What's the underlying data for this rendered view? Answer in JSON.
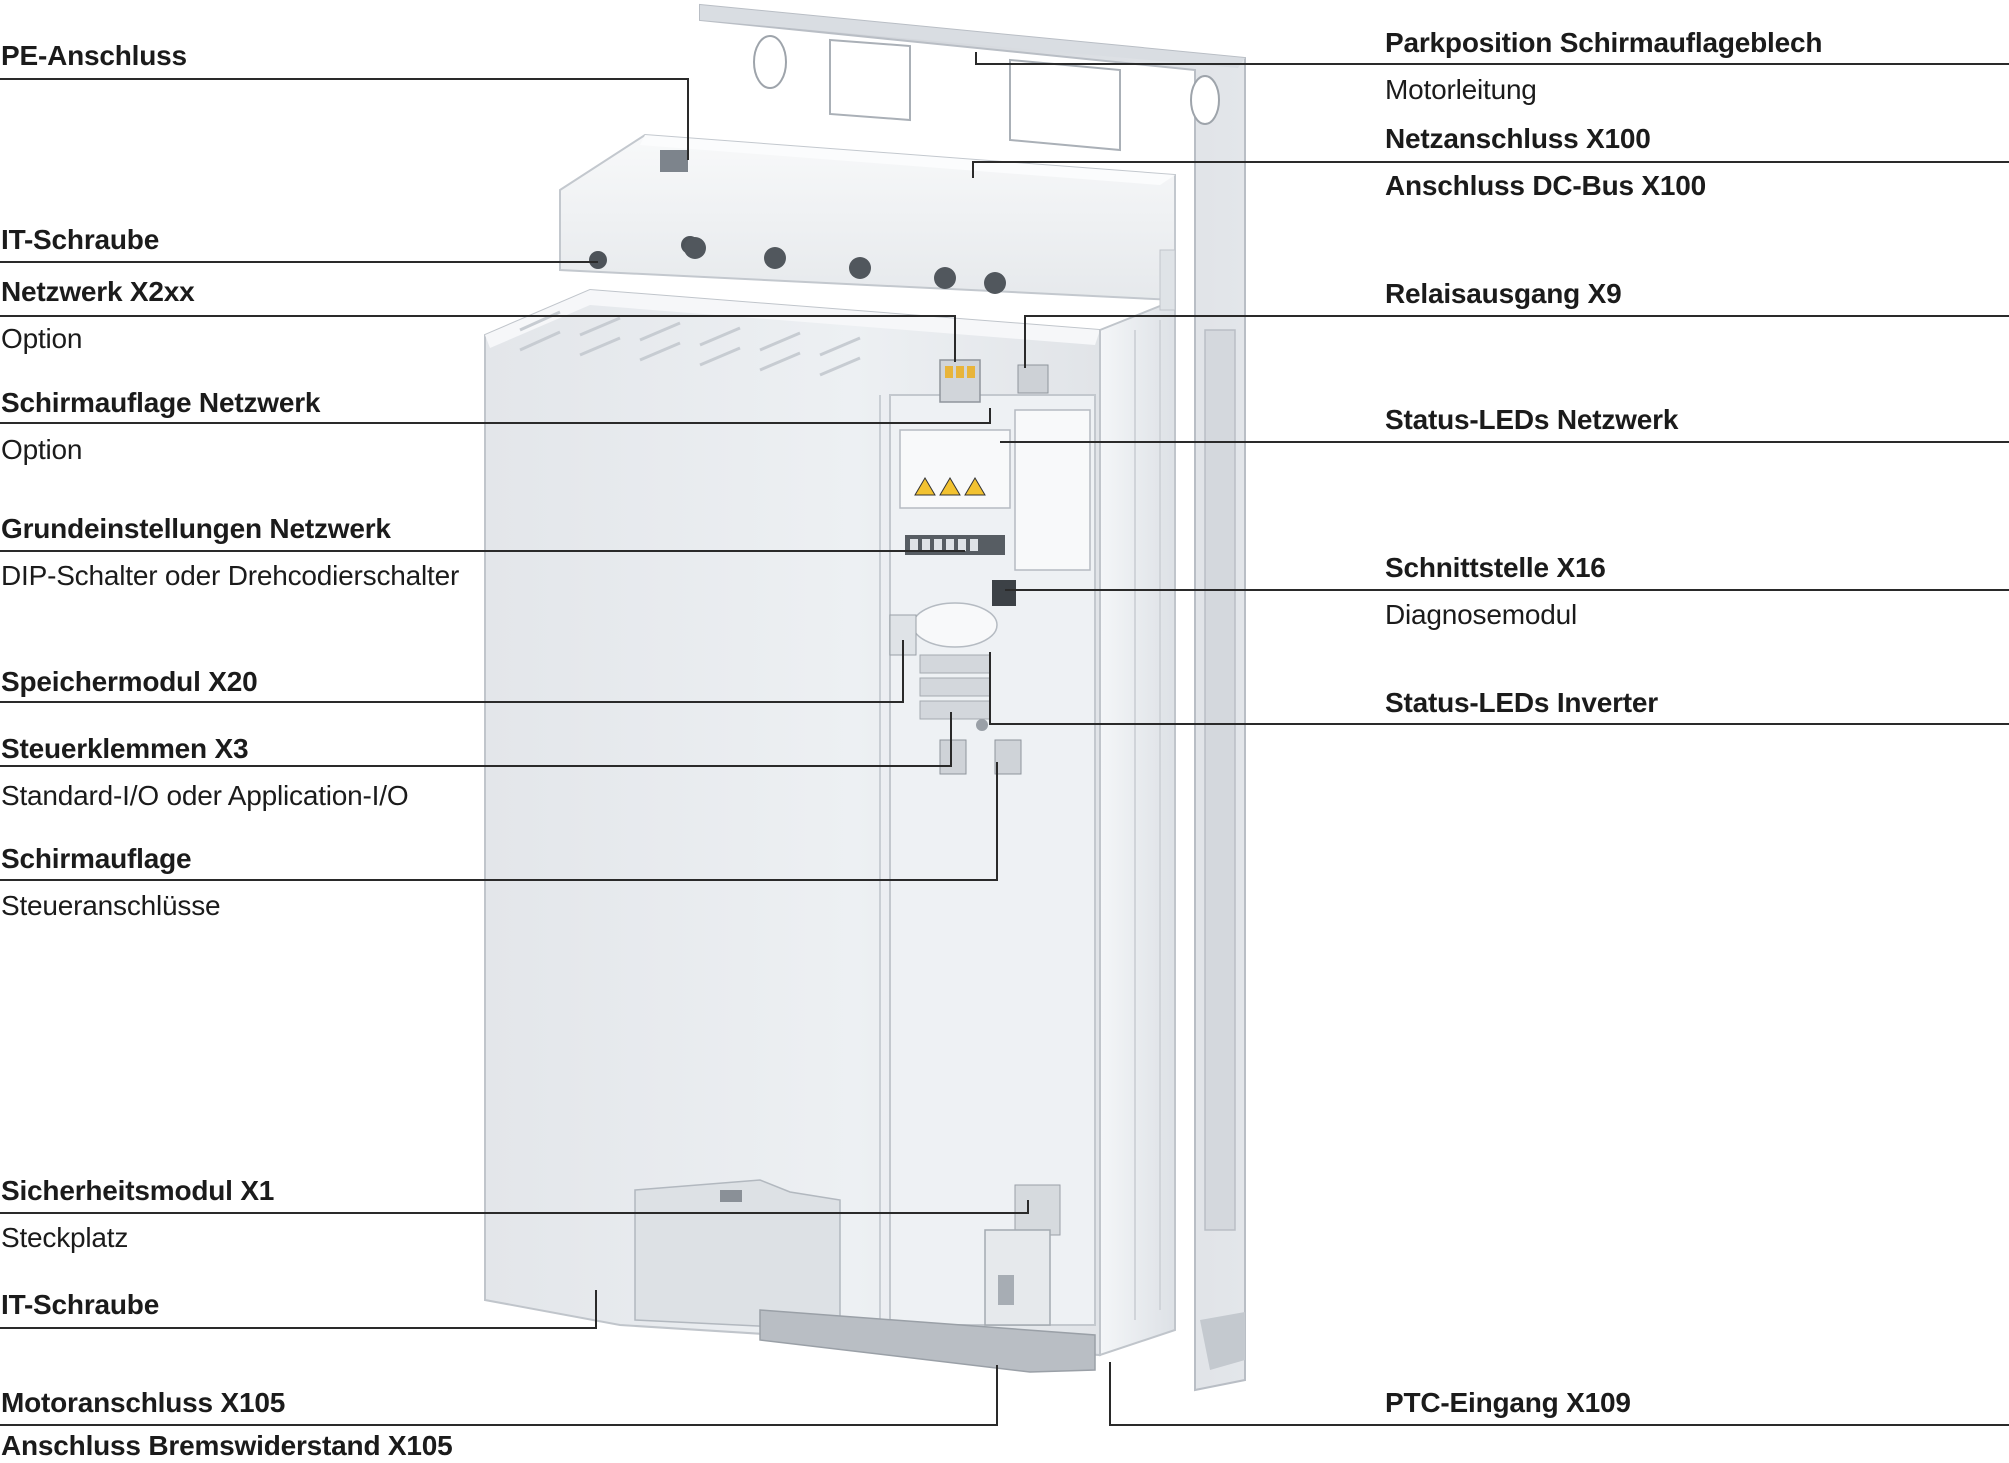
{
  "colors": {
    "text": "#1b1b1b",
    "leader": "#2a2a2a",
    "housing": "#e9ecef",
    "frame": "#cfd3d8",
    "accent": "#f2c230"
  },
  "callouts": {
    "left": [
      {
        "id": "pe",
        "title": "PE-Anschluss",
        "sub": ""
      },
      {
        "id": "it-top",
        "title": "IT-Schraube",
        "sub": ""
      },
      {
        "id": "network",
        "title": "Netzwerk X2xx",
        "sub": "Option"
      },
      {
        "id": "shield-net",
        "title": "Schirmauflage Netzwerk",
        "sub": "Option"
      },
      {
        "id": "basic-net",
        "title": "Grundeinstellungen Netzwerk",
        "sub": "DIP-Schalter oder Drehcodierschalter"
      },
      {
        "id": "memory",
        "title": "Speichermodul X20",
        "sub": ""
      },
      {
        "id": "control",
        "title": "Steuerklemmen X3",
        "sub": "Standard-I/O oder Application-I/O"
      },
      {
        "id": "shield",
        "title": "Schirmauflage",
        "sub": "Steueranschlüsse"
      },
      {
        "id": "safety",
        "title": "Sicherheitsmodul X1",
        "sub": "Steckplatz"
      },
      {
        "id": "it-bottom",
        "title": "IT-Schraube",
        "sub": ""
      },
      {
        "id": "motor",
        "title": "Motoranschluss X105",
        "sub": "Anschluss Bremswiderstand X105"
      }
    ],
    "right": [
      {
        "id": "park",
        "title": "Parkposition Schirmauflageblech",
        "sub": "Motorleitung"
      },
      {
        "id": "mains",
        "title": "Netzanschluss X100",
        "sub": "Anschluss DC-Bus X100"
      },
      {
        "id": "relay",
        "title": "Relaisausgang X9",
        "sub": ""
      },
      {
        "id": "led-net",
        "title": "Status-LEDs Netzwerk",
        "sub": ""
      },
      {
        "id": "x16",
        "title": "Schnittstelle X16",
        "sub": "Diagnosemodul"
      },
      {
        "id": "led-inv",
        "title": "Status-LEDs Inverter",
        "sub": ""
      },
      {
        "id": "ptc",
        "title": "PTC-Eingang X109",
        "sub": ""
      }
    ]
  }
}
